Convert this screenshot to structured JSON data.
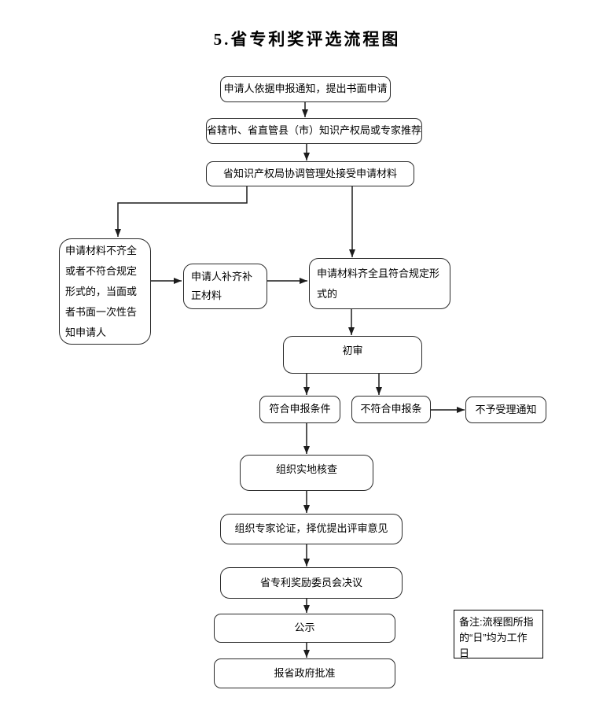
{
  "title": "5.省专利奖评选流程图",
  "nodes": {
    "apply": "申请人依据申报通知，提出书面申请",
    "recommend": "省辖市、省直管县（市）知识产权局或专家推荐",
    "accept": "省知识产权局协调管理处接受申请材料",
    "incomplete_notice": "申请材料不齐全或者不符合规定形式的，当面或者书面一次性告知申请人",
    "supplement": "申请人补齐补正材料",
    "complete": "申请材料齐全且符合规定形式的",
    "preliminary_review": "初审",
    "meets_conditions": "符合申报条件",
    "not_meets_conditions": "不符合申报条",
    "rejection_notice": "不予受理通知",
    "site_inspection": "组织实地核查",
    "expert_review": "组织专家论证，择优提出评审意见",
    "committee_decision": "省专利奖励委员会决议",
    "publicity": "公示",
    "government_approval": "报省政府批准"
  },
  "note": {
    "lines": [
      "备注:流程图所指",
      "的“日”均为工作",
      "日"
    ]
  }
}
